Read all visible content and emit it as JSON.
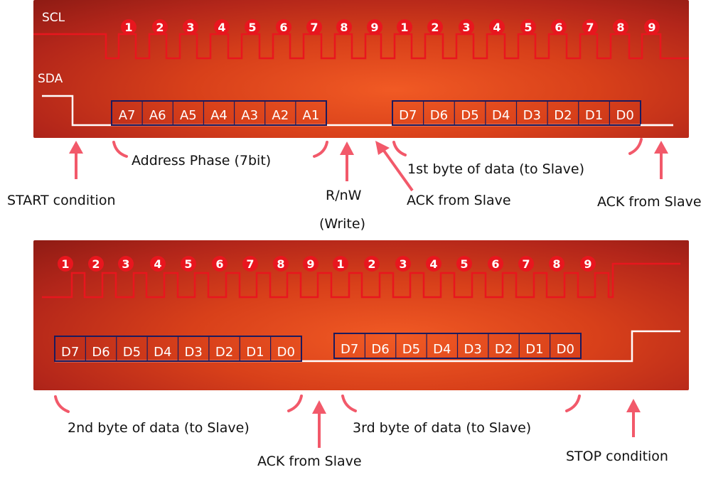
{
  "panel1": {
    "scl_label": "SCL",
    "sda_label": "SDA",
    "clock_numbers": [
      "1",
      "2",
      "3",
      "4",
      "5",
      "6",
      "7",
      "8",
      "9",
      "1",
      "2",
      "3",
      "4",
      "5",
      "6",
      "7",
      "8",
      "9"
    ],
    "address_bits": [
      "A7",
      "A6",
      "A5",
      "A4",
      "A3",
      "A2",
      "A1"
    ],
    "data_bits": [
      "D7",
      "D6",
      "D5",
      "D4",
      "D3",
      "D2",
      "D1",
      "D0"
    ]
  },
  "panel2": {
    "clock_numbers": [
      "1",
      "2",
      "3",
      "4",
      "5",
      "6",
      "7",
      "8",
      "9",
      "1",
      "2",
      "3",
      "4",
      "5",
      "6",
      "7",
      "8",
      "9"
    ],
    "data_bits_first": [
      "D7",
      "D6",
      "D5",
      "D4",
      "D3",
      "D2",
      "D1",
      "D0"
    ],
    "data_bits_second": [
      "D7",
      "D6",
      "D5",
      "D4",
      "D3",
      "D2",
      "D1",
      "D0"
    ]
  },
  "annotations": {
    "address_phase": "Address Phase (7bit)",
    "start_condition": "START condition",
    "rnw_line1": "R/nW",
    "rnw_line2": "(Write)",
    "ack_slave_1": "ACK from Slave",
    "first_byte": "1st byte of data (to Slave)",
    "ack_slave_2": "ACK from Slave",
    "second_byte": "2nd byte of data (to Slave)",
    "ack_slave_3": "ACK from Slave",
    "third_byte": "3rd byte of data (to Slave)",
    "stop_condition": "STOP condition"
  },
  "colors": {
    "panel_gradient_center": "#f15a24",
    "panel_gradient_edge": "#8e1b14",
    "scl_wave": "#e8161e",
    "sda_wave": "#ffffff",
    "bit_box_border": "#1a1a5e",
    "annotation_arrow": "#f2596a"
  }
}
